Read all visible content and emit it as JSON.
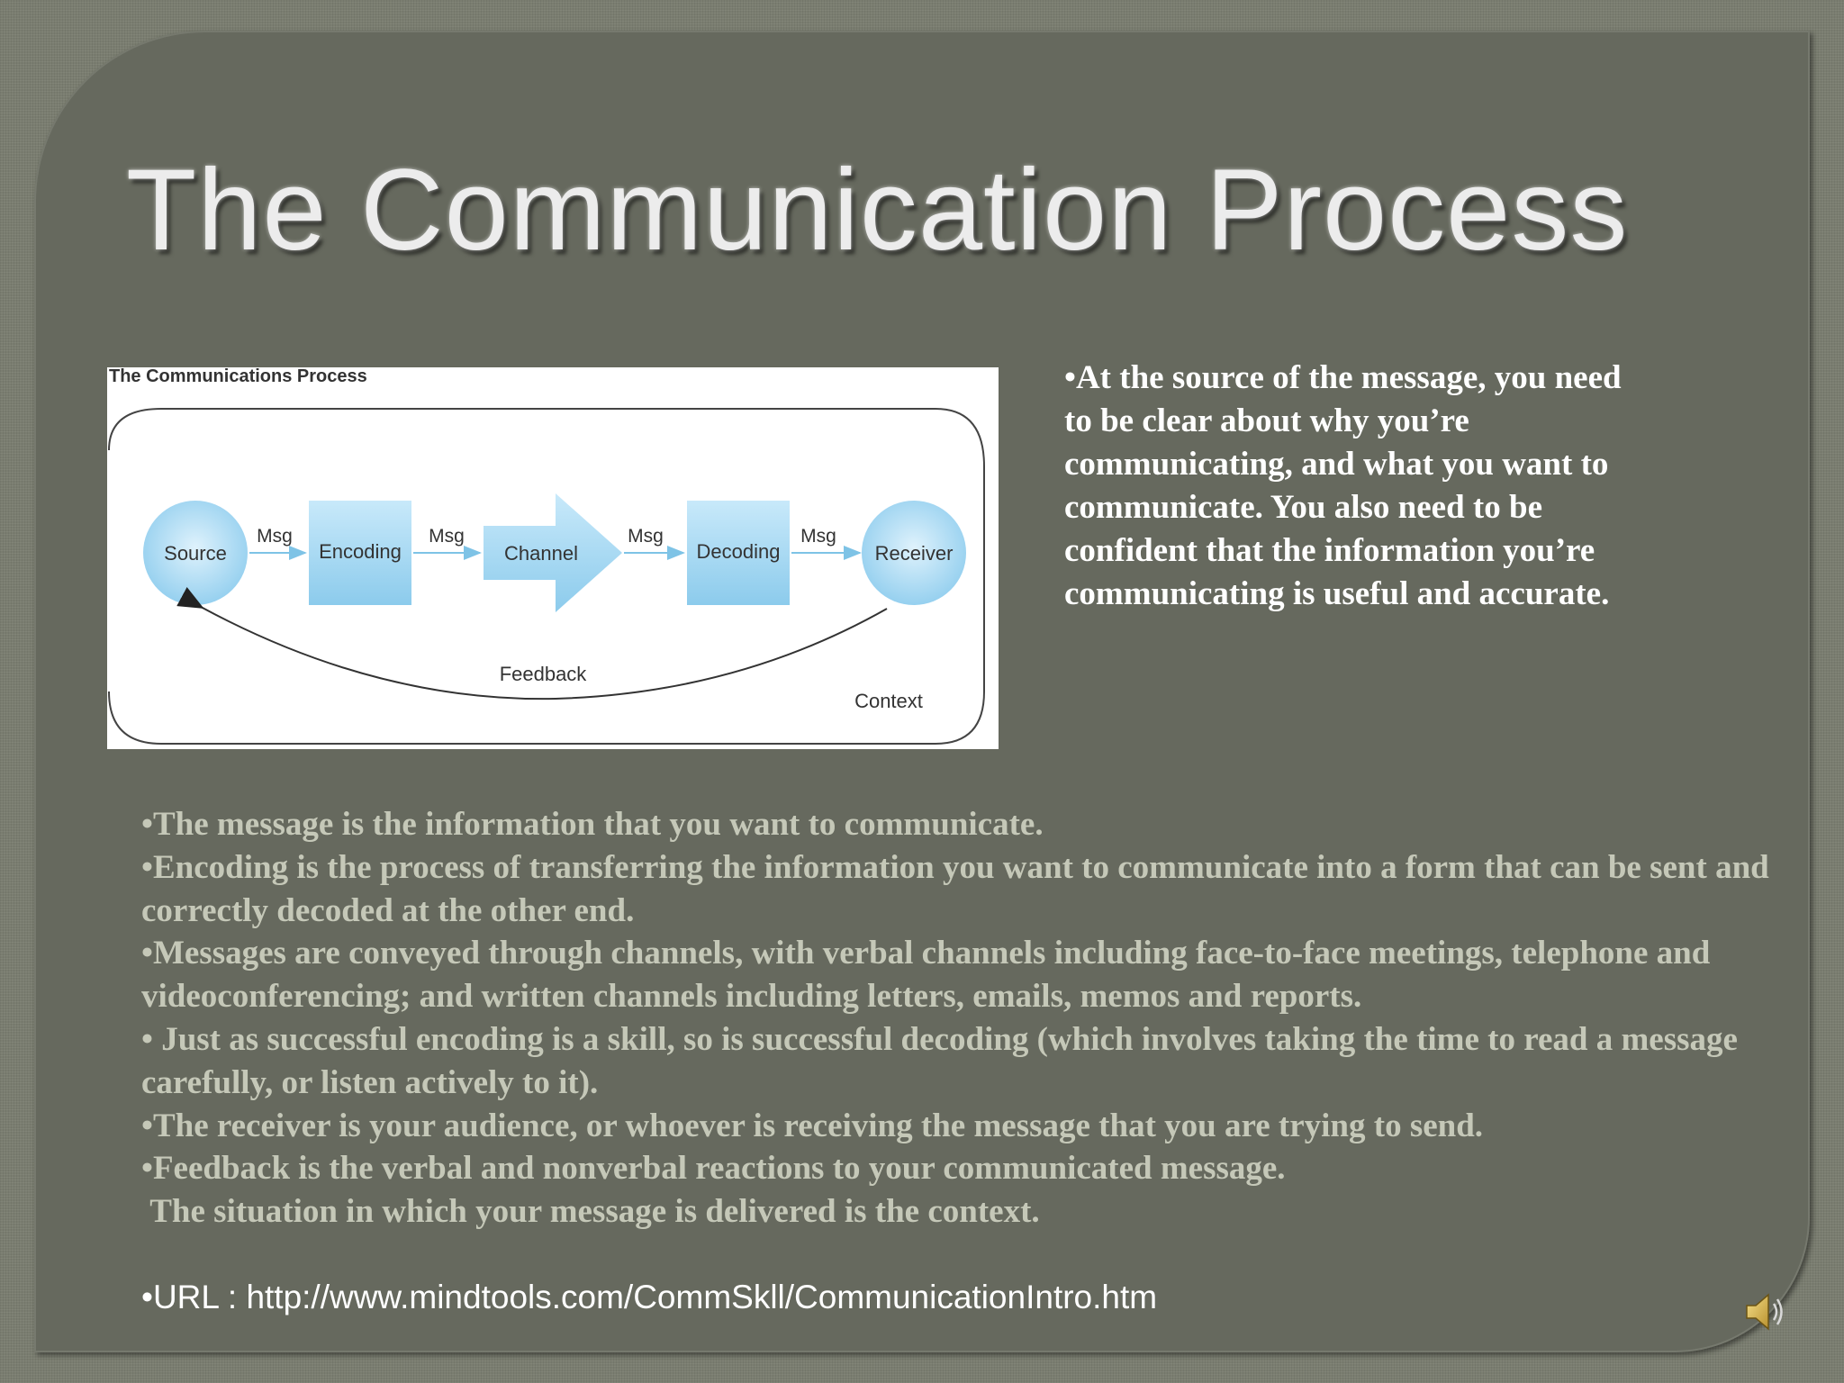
{
  "slide": {
    "title": "The Communication Process"
  },
  "diagram": {
    "heading": "The Communications Process",
    "nodes": {
      "source": "Source",
      "encoding": "Encoding",
      "channel": "Channel",
      "decoding": "Decoding",
      "receiver": "Receiver"
    },
    "msg_labels": [
      "Msg",
      "Msg",
      "Msg",
      "Msg"
    ],
    "feedback": "Feedback",
    "context": "Context",
    "colors": {
      "node_fill": "#a9d8f2",
      "arrow": "#7ec3e6",
      "line": "#333333"
    }
  },
  "side_text": "•At the source of the message, you need to be clear about why you’re communicating, and what you want to communicate. You also need to be confident that the information you’re communicating is useful and accurate.",
  "bullets": [
    "•The message is the information that you want to communicate.",
    "•Encoding is the process of transferring the information you want to communicate into a form that can be sent and correctly decoded at the other end.",
    "•Messages are conveyed through channels, with verbal channels including face-to-face meetings, telephone and videoconferencing; and written channels including letters, emails, memos and reports.",
    "• Just as successful encoding is a skill, so is successful decoding (which involves taking the time to read a message carefully, or listen actively to it).",
    "•The receiver is your audience, or whoever is receiving the message that you are trying to send.",
    "•Feedback is the verbal and nonverbal reactions to your communicated message.",
    " The situation in which your message is delivered is the context."
  ],
  "url_line": "•URL : http://www.mindtools.com/CommSkll/CommunicationIntro.htm",
  "icons": {
    "speaker": "speaker-icon"
  }
}
